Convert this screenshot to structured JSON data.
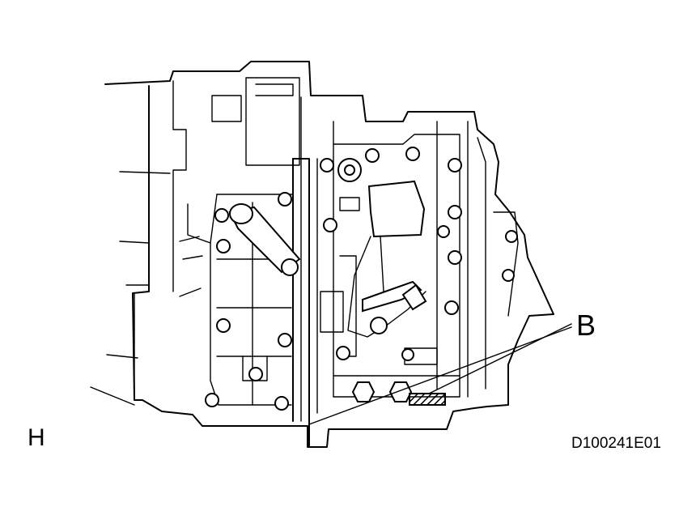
{
  "labels": {
    "callout_b": "B",
    "view_h": "H",
    "figure_id": "D100241E01"
  },
  "colors": {
    "line": "#000000",
    "background": "#ffffff"
  }
}
